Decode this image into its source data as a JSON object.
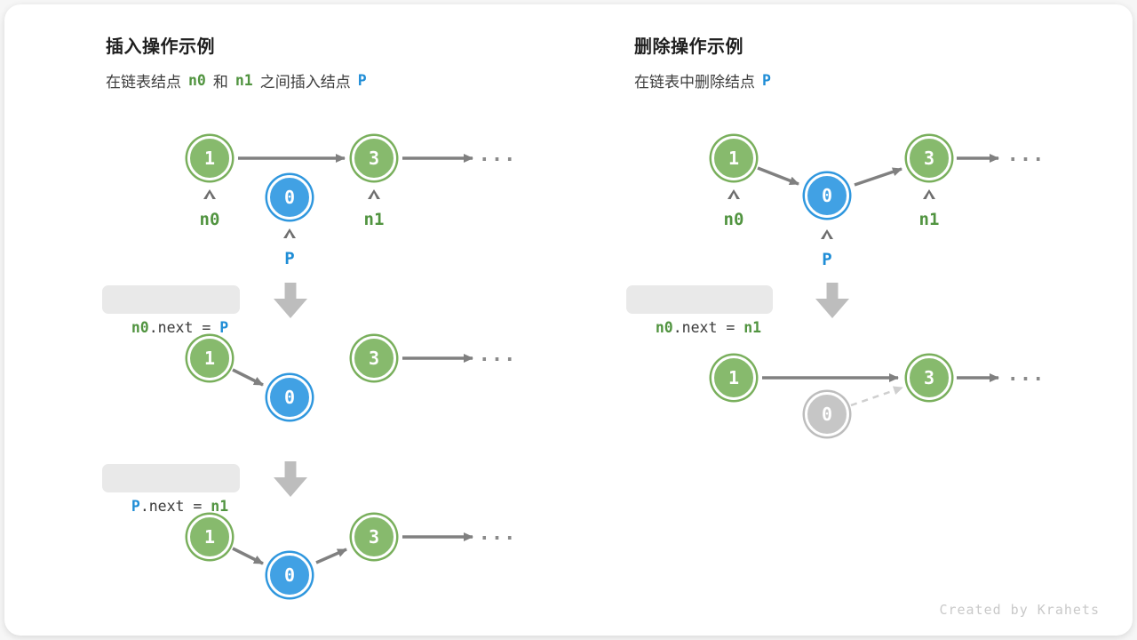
{
  "colors": {
    "node_green": "#87ba6d",
    "node_blue": "#41a1e4",
    "node_gray": "#c6c6c6",
    "label_green": "#519440",
    "label_blue": "#1f8dd6",
    "arrow_gray": "#808080"
  },
  "left": {
    "title": "插入操作示例",
    "subtitle": {
      "pre": "在链表结点",
      "n0": "n0",
      "mid": "和",
      "n1": "n1",
      "post": "之间插入结点",
      "p": "P"
    },
    "code1": {
      "lhs": "n0",
      "op": ".next = ",
      "rhs": "P"
    },
    "code2": {
      "lhs": "P",
      "op": ".next = ",
      "rhs": "n1"
    }
  },
  "right": {
    "title": "删除操作示例",
    "subtitle": {
      "pre": "在链表中删除结点",
      "p": "P"
    },
    "code1": {
      "lhs": "n0",
      "op": ".next = ",
      "rhs": "n1"
    }
  },
  "node_values": {
    "first": "1",
    "inserted": "0",
    "third": "3"
  },
  "pointer_labels": {
    "n0": "n0",
    "n1": "n1",
    "p": "P"
  },
  "ellipsis": "...",
  "footer": {
    "credit": "Created by Krahets"
  }
}
